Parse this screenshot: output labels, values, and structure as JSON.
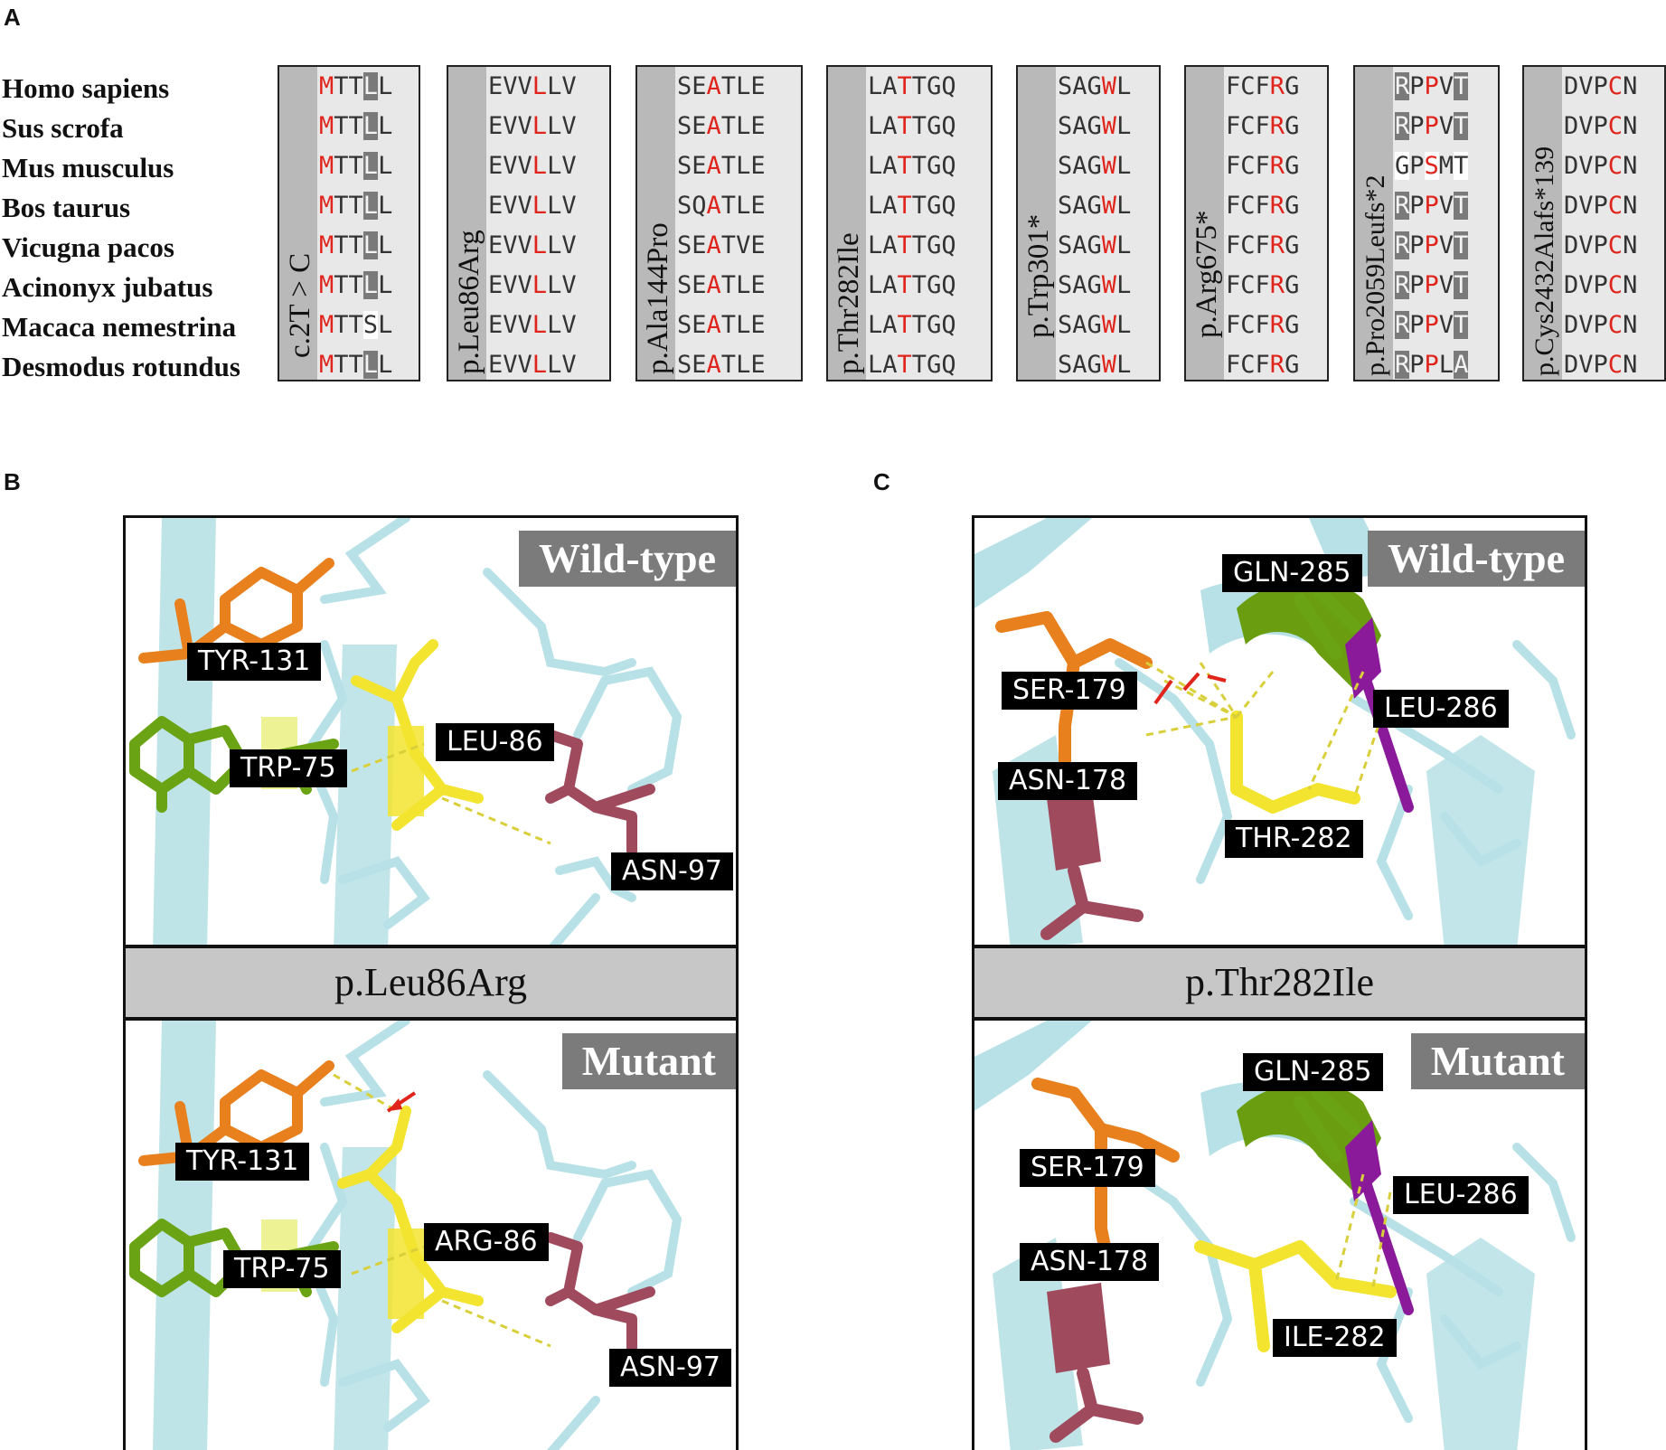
{
  "panels": {
    "a": "A",
    "b": "B",
    "c": "C"
  },
  "species": [
    "Homo sapiens",
    "Sus scrofa",
    "Mus musculus",
    "Bos taurus",
    "Vicugna pacos",
    "Acinonyx jubatus",
    "Macaca nemestrina",
    "Desmodus rotundus"
  ],
  "alignments": [
    {
      "label": "c.2T > C",
      "rows": [
        "MTTLL",
        "MTTLL",
        "MTTLL",
        "MTTLL",
        "MTTLL",
        "MTTLL",
        "MTTSL",
        "MTTLL"
      ]
    },
    {
      "label": "p.Leu86Arg",
      "rows": [
        "EVVLLV",
        "EVVLLV",
        "EVVLLV",
        "EVVLLV",
        "EVVLLV",
        "EVVLLV",
        "EVVLLV",
        "EVVLLV"
      ]
    },
    {
      "label": "p.Ala144Pro",
      "rows": [
        "SEATLE",
        "SEATLE",
        "SEATLE",
        "SQATLE",
        "SEATVE",
        "SEATLE",
        "SEATLE",
        "SEATLE"
      ]
    },
    {
      "label": "p.Thr282Ile",
      "rows": [
        "LATTGQ",
        "LATTGQ",
        "LATTGQ",
        "LATTGQ",
        "LATTGQ",
        "LATTGQ",
        "LATTGQ",
        "LATTGQ"
      ]
    },
    {
      "label": "p.Trp301*",
      "rows": [
        "SAGWL",
        "SAGWL",
        "SAGWL",
        "SAGWL",
        "SAGWL",
        "SAGWL",
        "SAGWL",
        "SAGWL"
      ]
    },
    {
      "label": "p.Arg675*",
      "rows": [
        "FCFRG",
        "FCFRG",
        "FCFRG",
        "FCFRG",
        "FCFRG",
        "FCFRG",
        "FCFRG",
        "FCFRG"
      ]
    },
    {
      "label": "p.Pro2059Leufs*2",
      "rows": [
        "RPPVT",
        "RPPVT",
        "GPSMT",
        "RPPVT",
        "RPPVT",
        "RPPVT",
        "RPPVT",
        "RPPLA"
      ]
    },
    {
      "label": "p.Cys2432Alafs*139",
      "rows": [
        "DVPCN",
        "DVPCN",
        "DVPCN",
        "DVPCN",
        "DVPCN",
        "DVPCN",
        "DVPCN",
        "DVPCN"
      ]
    }
  ],
  "panel_b": {
    "wild_tag": "Wild-type",
    "mutation": "p.Leu86Arg",
    "mutant_tag": "Mutant",
    "wild_labels": [
      "TYR-131",
      "TRP-75",
      "LEU-86",
      "ASN-97"
    ],
    "mutant_labels": [
      "TYR-131",
      "TRP-75",
      "ARG-86",
      "ASN-97"
    ]
  },
  "panel_c": {
    "wild_tag": "Wild-type",
    "mutation": "p.Thr282Ile",
    "mutant_tag": "Mutant",
    "wild_labels": [
      "GLN-285",
      "SER-179",
      "LEU-286",
      "ASN-178",
      "THR-282"
    ],
    "mutant_labels": [
      "GLN-285",
      "SER-179",
      "LEU-286",
      "ASN-178",
      "ILE-282"
    ]
  },
  "colors": {
    "red_residue": "#e0241b",
    "tyr": "#e8801e",
    "trp": "#6aa314",
    "leu": "#f2e42f",
    "asn": "#a04a5e",
    "ribbon": "#b7e1e6",
    "leu286": "#8a1a9a"
  }
}
